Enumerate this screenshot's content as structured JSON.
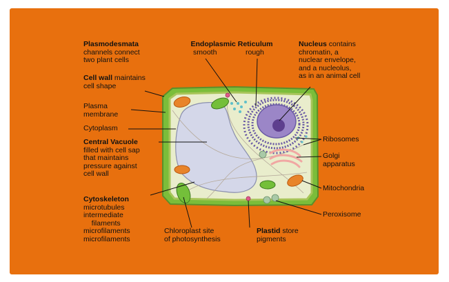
{
  "colors": {
    "background": "#e8700e",
    "cell_wall": "#7bbd3a",
    "cell_wall_edge": "#5b8f2a",
    "membrane": "#a8c55a",
    "cytoplasm": "#e9edcc",
    "vacuole": "#d4d7e9",
    "vacuole_edge": "#8a8fae",
    "nucleus": "#9b86c7",
    "nucleolus": "#5e3f8e",
    "rough_er": "#6a5aa5",
    "chloroplast": "#74bf3a",
    "mitochondria": "#e8842a",
    "golgi": "#f1a7a3",
    "plastid": "#e05a8a",
    "ribosome": "#5fc0c9",
    "peroxisome": "#a9c9a7"
  },
  "labels": {
    "plasmodesmata": {
      "title": "Plasmodesmata",
      "text": "channels connect\ntwo plant cells"
    },
    "er_title": "Endoplasmic Reticulum",
    "er_smooth": "smooth",
    "er_rough": "rough",
    "nucleus": {
      "title": "Nucleus",
      "text": " contains\nchromatin, a\nnuclear envelope,\nand a nucleolus,\nas in an animal cell"
    },
    "cell_wall": {
      "title": "Cell wall",
      "text": " maintains\ncell shape"
    },
    "plasma_membrane": "Plasma\nmembrane",
    "cytoplasm": "Cytoplasm",
    "central_vacuole": {
      "title": "Central Vacuole",
      "text": "\nfilled with cell sap\nthat maintains\npressure against\ncell wall"
    },
    "ribosomes": "Ribosomes",
    "golgi": "Golgi\napparatus",
    "mitochondria": "Mitochondria",
    "peroxisome": "Peroxisome",
    "cytoskeleton": {
      "title": "Cytoskeleton",
      "text": "\nmicrotubules\nintermediate\n    filaments\nmicrofilaments\nmicrofilaments"
    },
    "chloroplast": "Chloroplast site\nof photosynthesis",
    "plastid": {
      "title": "Plastid",
      "text": " store\npigments"
    }
  }
}
